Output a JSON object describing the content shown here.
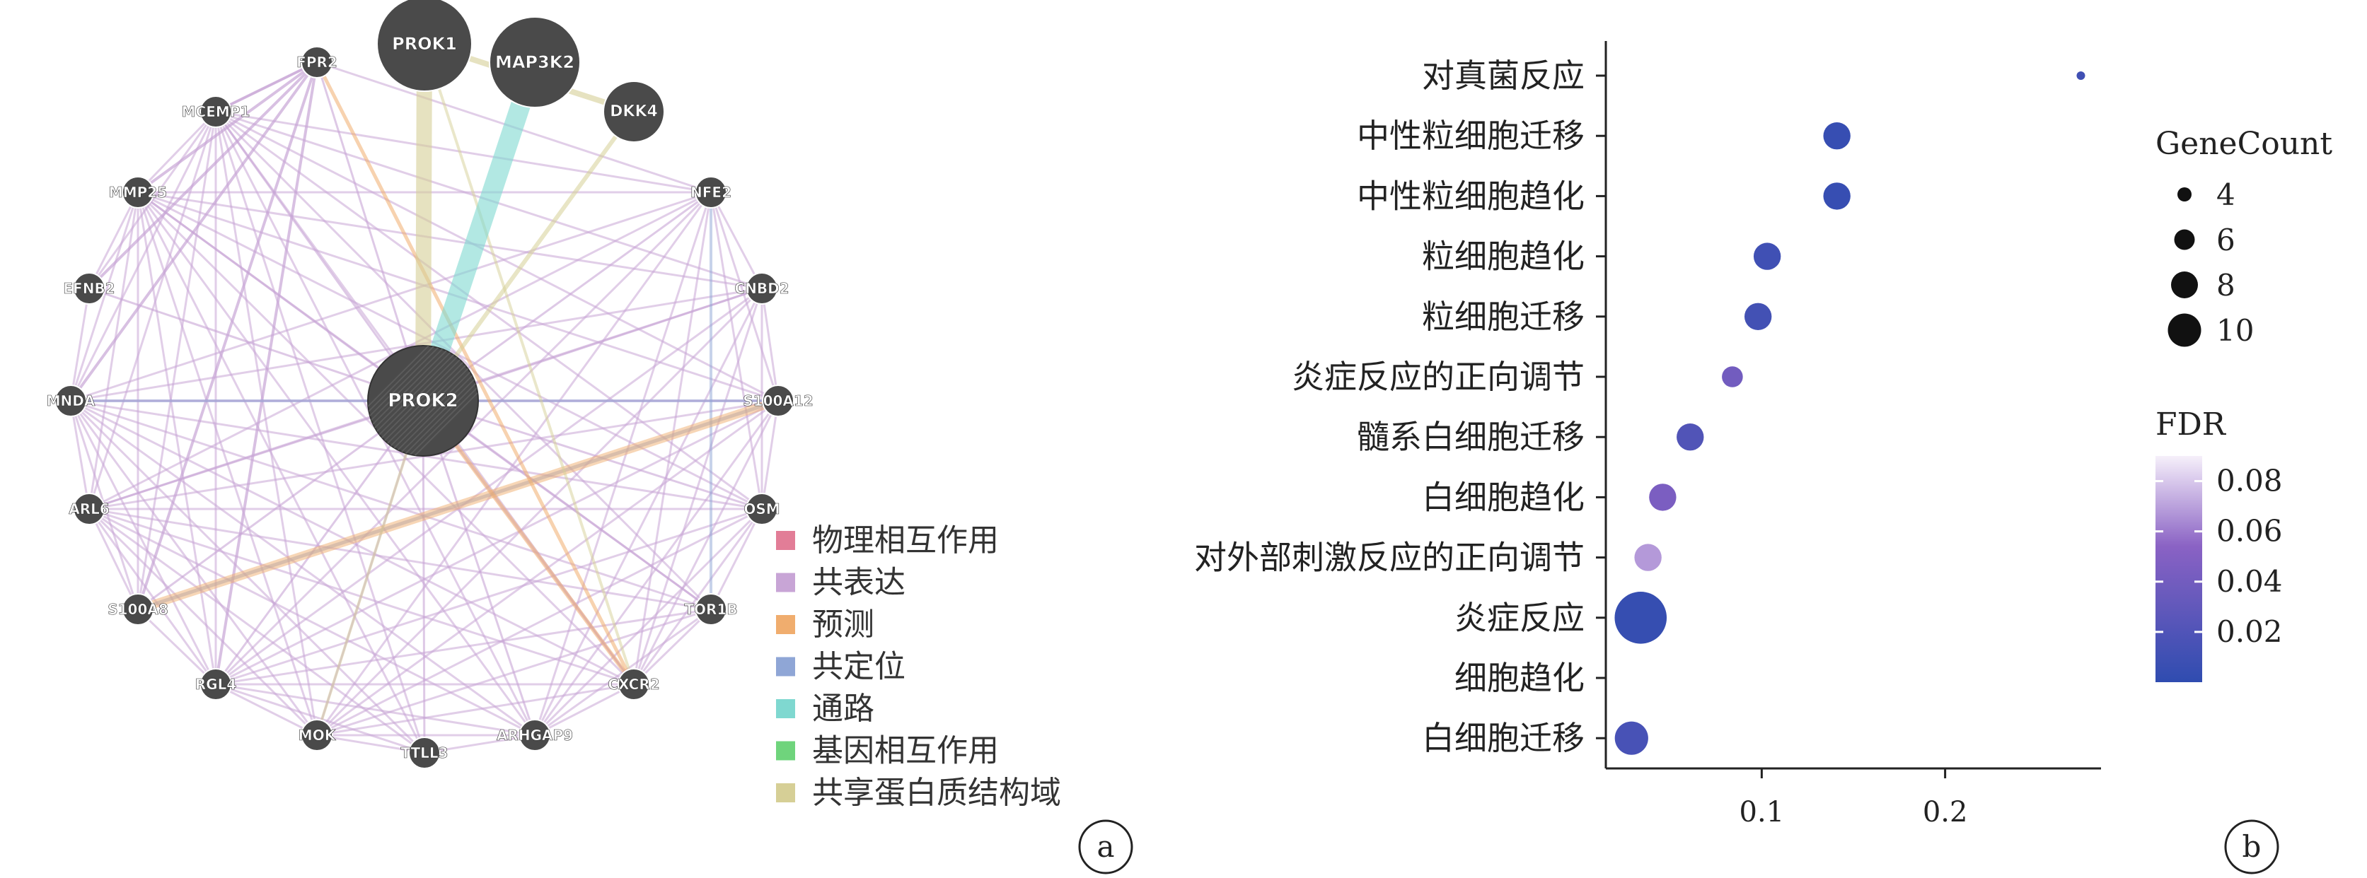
{
  "panel_a": {
    "label": "a",
    "network": {
      "center": "PROK2",
      "nodes": [
        {
          "name": "PROK2",
          "kind": "query"
        },
        {
          "name": "PROK1",
          "kind": "large"
        },
        {
          "name": "MAP3K2",
          "kind": "large"
        },
        {
          "name": "DKK4",
          "kind": "medium"
        },
        {
          "name": "FPR2"
        },
        {
          "name": "MCEMP1"
        },
        {
          "name": "MMP25"
        },
        {
          "name": "EFNB2"
        },
        {
          "name": "MNDA"
        },
        {
          "name": "ARL6"
        },
        {
          "name": "S100A8"
        },
        {
          "name": "RGL4"
        },
        {
          "name": "MOK"
        },
        {
          "name": "TTLL3"
        },
        {
          "name": "ARHGAP9"
        },
        {
          "name": "CXCR2"
        },
        {
          "name": "TOR1B"
        },
        {
          "name": "OSM"
        },
        {
          "name": "S100A12"
        },
        {
          "name": "CNBD2"
        },
        {
          "name": "NFE2"
        }
      ],
      "colors": {
        "physical": "#e27d97",
        "coexpression": "#c8a5d6",
        "predicted": "#f0ad6e",
        "colocalization": "#8fa6d6",
        "pathway": "#7fd8d0",
        "genetic": "#6fd47c",
        "shared_domain": "#d6cf96",
        "node": "#4a4a4a",
        "node_text": "#ffffff"
      }
    },
    "legend": [
      {
        "label": "物理相互作用",
        "color_key": "physical"
      },
      {
        "label": "共表达",
        "color_key": "coexpression"
      },
      {
        "label": "预测",
        "color_key": "predicted"
      },
      {
        "label": "共定位",
        "color_key": "colocalization"
      },
      {
        "label": "通路",
        "color_key": "pathway"
      },
      {
        "label": "基因相互作用",
        "color_key": "genetic"
      },
      {
        "label": "共享蛋白质结构域",
        "color_key": "shared_domain"
      }
    ]
  },
  "panel_b": {
    "label": "b",
    "legend_size_title": "GeneCount",
    "legend_size_items": [
      "4",
      "6",
      "8",
      "10"
    ],
    "legend_color_title": "FDR",
    "legend_color_ticks": [
      "0.08",
      "0.06",
      "0.04",
      "0.02"
    ]
  },
  "chart_data": {
    "type": "scatter",
    "subtype": "dot-plot",
    "x_ticks": [
      "0.1",
      "0.2"
    ],
    "xlim": [
      0.015,
      0.285
    ],
    "categories": [
      "对真菌反应",
      "中性粒细胞迁移",
      "中性粒细胞趋化",
      "粒细胞趋化",
      "粒细胞迁移",
      "炎症反应的正向调节",
      "髓系白细胞迁移",
      "白细胞趋化",
      "对外部刺激反应的正向调节",
      "炎症反应",
      "细胞趋化",
      "白细胞迁移"
    ],
    "points": [
      {
        "category": "对真菌反应",
        "x": 0.274,
        "gene_count": 3,
        "fdr": 0.01
      },
      {
        "category": "中性粒细胞迁移",
        "x": 0.141,
        "gene_count": 6,
        "fdr": 0.005
      },
      {
        "category": "中性粒细胞趋化",
        "x": 0.141,
        "gene_count": 6,
        "fdr": 0.005
      },
      {
        "category": "粒细胞趋化",
        "x": 0.103,
        "gene_count": 6,
        "fdr": 0.01
      },
      {
        "category": "粒细胞迁移",
        "x": 0.098,
        "gene_count": 6,
        "fdr": 0.012
      },
      {
        "category": "炎症反应的正向调节",
        "x": 0.084,
        "gene_count": 5,
        "fdr": 0.04
      },
      {
        "category": "髓系白细胞迁移",
        "x": 0.061,
        "gene_count": 6,
        "fdr": 0.02
      },
      {
        "category": "白细胞趋化",
        "x": 0.046,
        "gene_count": 6,
        "fdr": 0.045
      },
      {
        "category": "对外部刺激反应的正向调节",
        "x": 0.038,
        "gene_count": 6,
        "fdr": 0.068
      },
      {
        "category": "炎症反应",
        "x": 0.034,
        "gene_count": 10,
        "fdr": 0.004
      },
      {
        "category": "白细胞迁移",
        "x": 0.029,
        "gene_count": 7,
        "fdr": 0.015
      }
    ],
    "size_legend": {
      "title": "GeneCount",
      "values": [
        4,
        6,
        8,
        10
      ]
    },
    "color_scale": {
      "title": "FDR",
      "range": [
        0.0,
        0.09
      ],
      "low_color": "#2f4cb0",
      "mid_color": "#8a62c4",
      "high_color": "#f6f0fa"
    },
    "grid": false
  }
}
